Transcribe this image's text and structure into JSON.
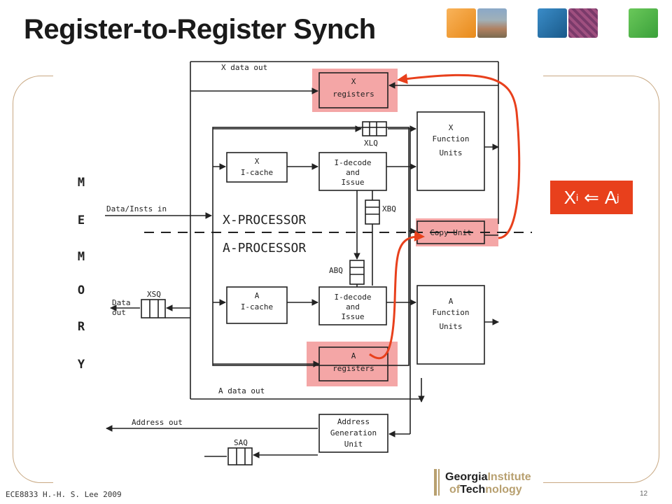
{
  "slide": {
    "title": "Register-to-Register Synch",
    "footer": "ECE8833 H.-H. S. Lee 2009",
    "page_number": "12"
  },
  "formula": {
    "left": "X",
    "left_sub": "i",
    "arrow": "⇐",
    "right": "A",
    "right_sub": "j"
  },
  "logo": {
    "line1a": "Georgia",
    "line1b": "Institute",
    "line2a": "of",
    "line2b": "Tech",
    "line2c": "nology"
  },
  "diagram": {
    "memory_letters": [
      "M",
      "E",
      "M",
      "O",
      "R",
      "Y"
    ],
    "x_data_out": "X data out",
    "a_data_out": "A data out",
    "address_out": "Address out",
    "data_insts_in": "Data/Insts in",
    "data_out_1": "Data",
    "data_out_2": "out",
    "xsq": "XSQ",
    "saq": "SAQ",
    "xlq": "XLQ",
    "xbq": "XBQ",
    "abq": "ABQ",
    "x_processor": "X-PROCESSOR",
    "a_processor": "A-PROCESSOR",
    "x_registers_1": "X",
    "x_registers_2": "registers",
    "a_registers_1": "A",
    "a_registers_2": "registers",
    "x_icache_1": "X",
    "x_icache_2": "I-cache",
    "a_icache_1": "A",
    "a_icache_2": "I-cache",
    "x_decode_1": "I-decode",
    "x_decode_2": "and",
    "x_decode_3": "Issue",
    "a_decode_1": "I-decode",
    "a_decode_2": "and",
    "a_decode_3": "Issue",
    "x_func_1": "X",
    "x_func_2": "Function",
    "x_func_3": "Units",
    "a_func_1": "A",
    "a_func_2": "Function",
    "a_func_3": "Units",
    "copy_unit": "Copy Unit",
    "agu_1": "Address",
    "agu_2": "Generation",
    "agu_3": "Unit"
  },
  "colors": {
    "highlight": "#f4a6a6",
    "arrow": "#e8401c",
    "frame": "#c8a882"
  }
}
